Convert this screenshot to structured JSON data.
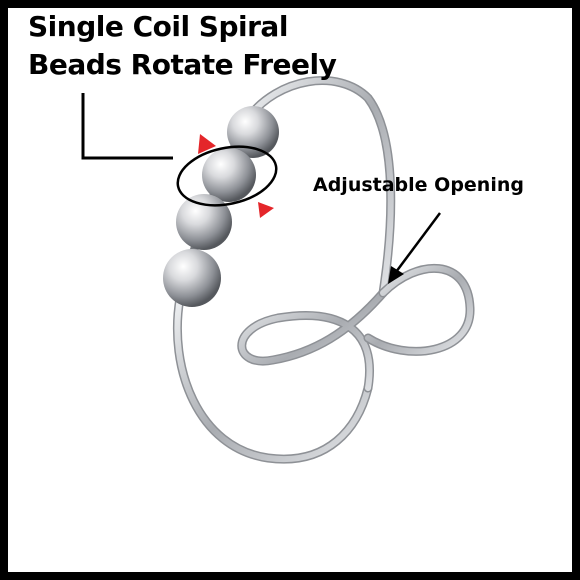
{
  "headline": {
    "line1": "Single Coil Spiral",
    "line2": "Beads Rotate Freely"
  },
  "callout": {
    "label": "Adjustable Opening"
  },
  "product": {
    "name_icon": "spinner-ring-icon",
    "bead_count": 4,
    "arrow_color": "#e4262a",
    "metal_color": "#c9cbcf"
  }
}
